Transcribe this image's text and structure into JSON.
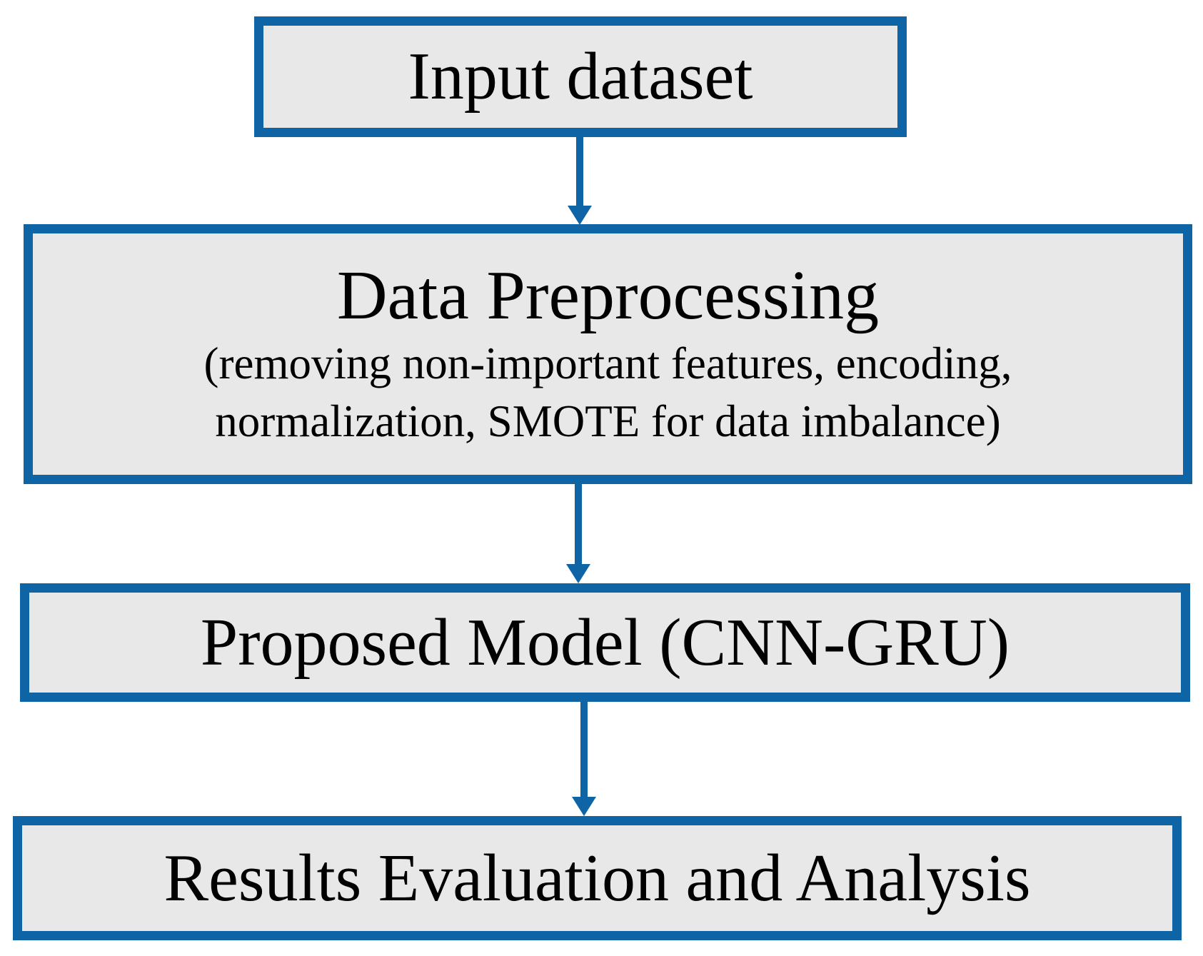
{
  "diagram": {
    "type": "flowchart",
    "colors": {
      "accent": "#0f64a5",
      "box_fill": "#e8e8e8",
      "text": "#000000",
      "background": "#ffffff"
    },
    "boxes": {
      "input_dataset": {
        "title": "Input dataset"
      },
      "data_preprocessing": {
        "title": "Data Preprocessing",
        "detail_line1": "(removing non-important features, encoding,",
        "detail_line2": "normalization, SMOTE for data imbalance)"
      },
      "proposed_model": {
        "title": "Proposed Model (CNN-GRU)"
      },
      "results_evaluation": {
        "title": "Results Evaluation and Analysis"
      }
    },
    "flow_order": "input_dataset → data_preprocessing → proposed_model → results_evaluation"
  }
}
